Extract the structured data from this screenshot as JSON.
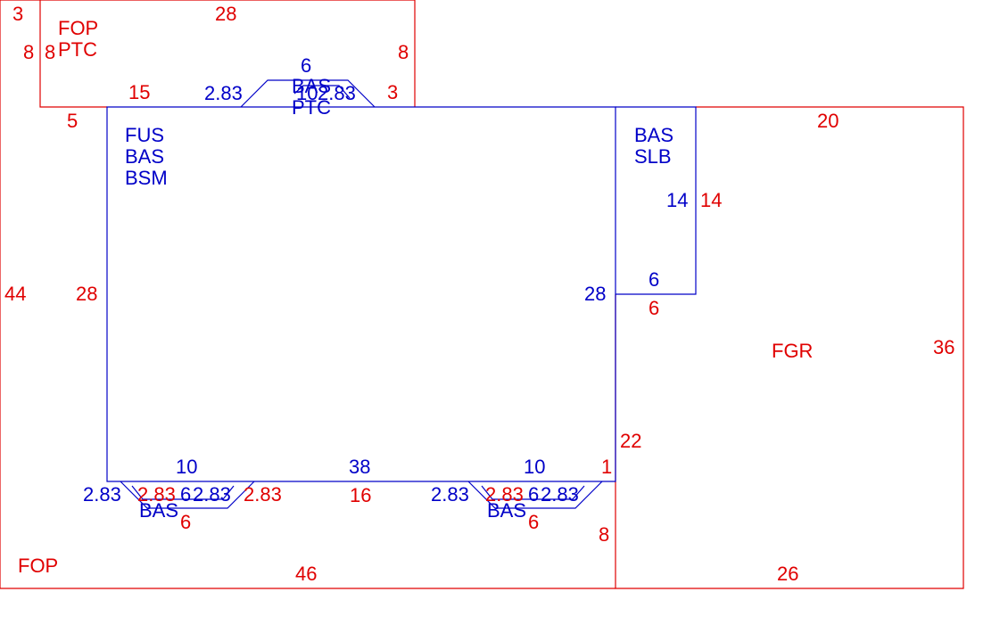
{
  "colors": {
    "outer_areas": "#e00000",
    "living_areas": "#0000c8",
    "background": "#ffffff"
  },
  "areas": {
    "fop_main": "FOP",
    "fop_top_1": "FOP",
    "fop_top_2": "PTC",
    "fus_1": "FUS",
    "fus_2": "BAS",
    "fus_3": "BSM",
    "bas_slb_1": "BAS",
    "bas_slb_2": "SLB",
    "bas_ptc_1": "BAS",
    "bas_ptc_2": "PTC",
    "bay_left": "BAS",
    "bay_right": "BAS",
    "fgr": "FGR"
  },
  "dimensions": {
    "red": {
      "top_corner": "3",
      "top_width": "28",
      "top_left_a": "8",
      "top_left_b": "8",
      "top_right": "8",
      "top_bottom_left": "15",
      "top_bottom_right": "3",
      "step": "5",
      "outer_left": "44",
      "inner_left": "28",
      "garage_top": "20",
      "slab_right": "14",
      "slab_bottom": "6",
      "garage_right": "36",
      "garage_left_upper": "22",
      "small_step": "1",
      "bay_left_diag_a": "2.83",
      "bay_left_diag_b": "2.83",
      "bay_left_face": "6",
      "mid_bottom": "16",
      "bay_right_diag": "2.83",
      "bay_right_face": "6",
      "garage_left_lower": "8",
      "outer_bottom": "46",
      "garage_bottom": "26"
    },
    "blue": {
      "ptc_top": "6",
      "ptc_left_diag": "2.83",
      "ptc_right_diag": "2.83",
      "ptc_mid": "10",
      "slab_inner": "14",
      "slab_bottom": "6",
      "house_right": "28",
      "bay_left_width": "10",
      "mid_width": "38",
      "bay_right_width": "10",
      "bay_left_diag_a": "2.83",
      "bay_left_face": "6",
      "bay_left_diag_b": "2.83",
      "bay_right_diag_a": "2.83",
      "bay_right_face": "6",
      "bay_right_diag_b": "2.83"
    }
  }
}
